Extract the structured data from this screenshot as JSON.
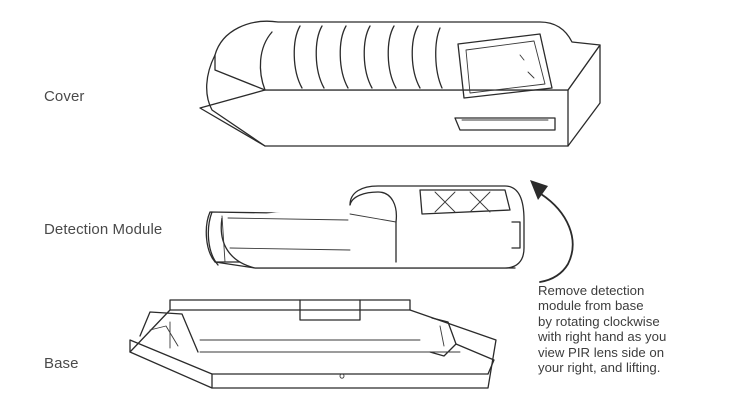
{
  "labels": {
    "cover": "Cover",
    "detection_module": "Detection Module",
    "base": "Base"
  },
  "instruction": {
    "lines": [
      "Remove detection",
      "module from base",
      "by rotating clockwise",
      "with right hand as you",
      "view PIR lens side on",
      "your right, and lifting."
    ]
  },
  "icons": {
    "rotation_arrow": "curved-arrow-clockwise-icon"
  },
  "colors": {
    "line": "#2b2b2b",
    "text": "#4a4a4a",
    "background": "#ffffff"
  }
}
